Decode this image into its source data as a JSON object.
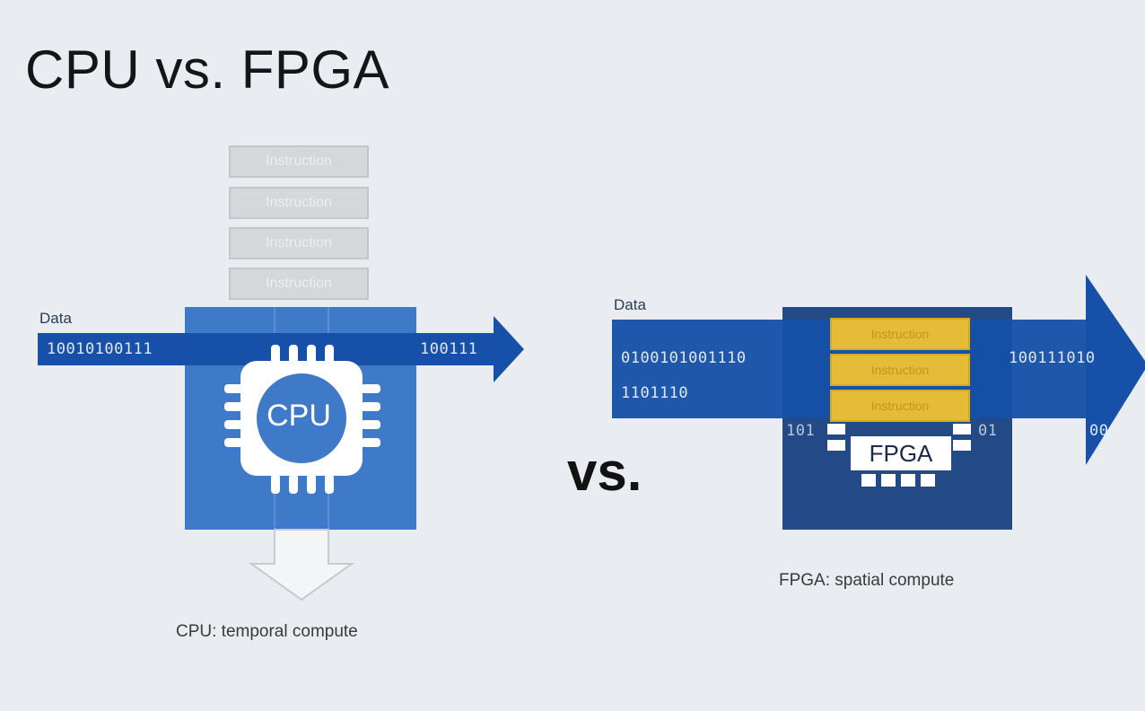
{
  "title": "CPU vs. FPGA",
  "vs_label": "vs.",
  "cpu": {
    "data_label": "Data",
    "bits_left": "10010100111",
    "bits_right": "100111",
    "instructions": [
      "Instruction",
      "Instruction",
      "Instruction",
      "Instruction"
    ],
    "chip_label": "CPU",
    "caption": "CPU: temporal compute"
  },
  "fpga": {
    "data_label": "Data",
    "bits_row1": "0100101001110",
    "bits_row2": "1101110",
    "bits_right": "100111010",
    "bits_bottom_left": "101",
    "bits_bottom_mid": "01",
    "bits_bottom_right": "00",
    "blocks": [
      "Instruction",
      "Instruction",
      "Instruction"
    ],
    "chip_label": "FPGA",
    "caption": "FPGA: spatial compute"
  },
  "colors": {
    "arrow_blue": "#1650a8",
    "cpu_box": "#3f7ac9",
    "fpga_box": "#234a86",
    "gold": "#f1c232",
    "background": "#e9ecf0"
  }
}
